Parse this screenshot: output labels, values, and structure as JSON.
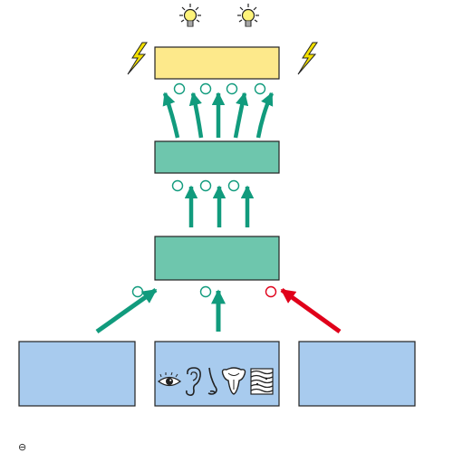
{
  "colors": {
    "green": "#119b7d",
    "green_box": "#6ec6ad",
    "yellow_box": "#fde98b",
    "blue_box": "#a8cbee",
    "red": "#e0001a",
    "outline": "#222222",
    "lightning": "#f2e000"
  },
  "diagram": {
    "top_box": {
      "icon_pair": [
        "light-bulb-icon",
        "light-bulb-icon"
      ],
      "side_icons": [
        "lightning-icon",
        "lightning-icon"
      ]
    },
    "sense_box": {
      "icons": [
        "eye-icon",
        "ear-icon",
        "nose-icon",
        "tongue-icon",
        "skin-icon"
      ]
    },
    "connections": [
      {
        "from": "left-input-box",
        "to": "lower-integration-box",
        "sign": "excitatory"
      },
      {
        "from": "sense-input-box",
        "to": "lower-integration-box",
        "sign": "excitatory"
      },
      {
        "from": "right-input-box",
        "to": "lower-integration-box",
        "sign": "inhibitory"
      },
      {
        "from": "lower-integration-box",
        "to": "middle-integration-box",
        "sign": "excitatory",
        "count": 3
      },
      {
        "from": "middle-integration-box",
        "to": "top-output-box",
        "sign": "excitatory",
        "count": 5
      }
    ]
  },
  "legend": {
    "minus_symbol": "⊖"
  }
}
